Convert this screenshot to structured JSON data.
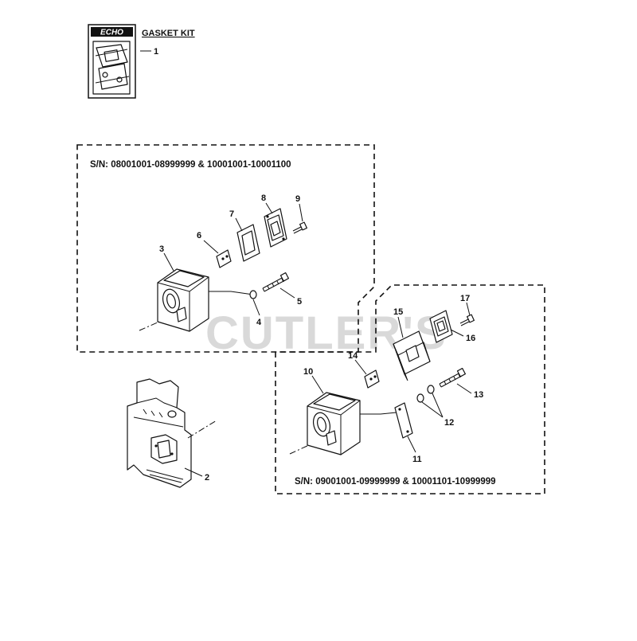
{
  "brand": {
    "logo_text": "ECHO"
  },
  "kit": {
    "title": "GASKET KIT",
    "callout": "1"
  },
  "watermark": "CUTLER'S",
  "groups": [
    {
      "serial_range": "S/N: 08001001-08999999 & 10001001-10001100"
    },
    {
      "serial_range": "S/N: 09001001-09999999 & 10001101-10999999"
    }
  ],
  "callouts": {
    "p2": "2",
    "p3": "3",
    "p4": "4",
    "p5": "5",
    "p6": "6",
    "p7": "7",
    "p8": "8",
    "p9": "9",
    "p10": "10",
    "p11": "11",
    "p12": "12",
    "p13": "13",
    "p14": "14",
    "p15": "15",
    "p16": "16",
    "p17": "17"
  }
}
